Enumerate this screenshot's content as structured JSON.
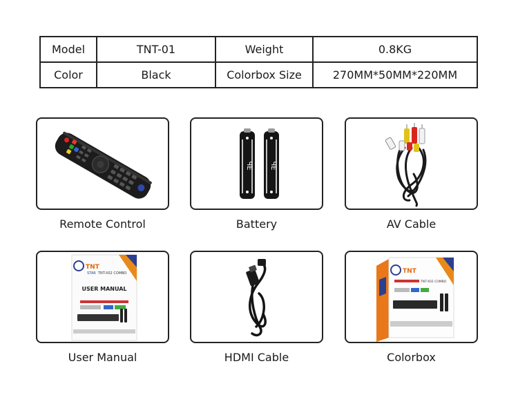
{
  "specs": {
    "row1": {
      "label1": "Model",
      "value1": "TNT-01",
      "label2": "Weight",
      "value2": "0.8KG"
    },
    "row2": {
      "label1": "Color",
      "value1": "Black",
      "label2": "Colorbox Size",
      "value2": "270MM*50MM*220MM"
    }
  },
  "items": {
    "remote": "Remote Control",
    "battery": "Battery",
    "av_cable": "AV Cable",
    "manual": "User Manual",
    "hdmi": "HDMI Cable",
    "colorbox": "Colorbox"
  },
  "product_art": {
    "brand": "TNT",
    "brand_sub": "STAR",
    "model_tag": "TNT-X02 COMBO",
    "manual_title": "USER MANUAL",
    "battery_mark": "ЧЕ"
  }
}
